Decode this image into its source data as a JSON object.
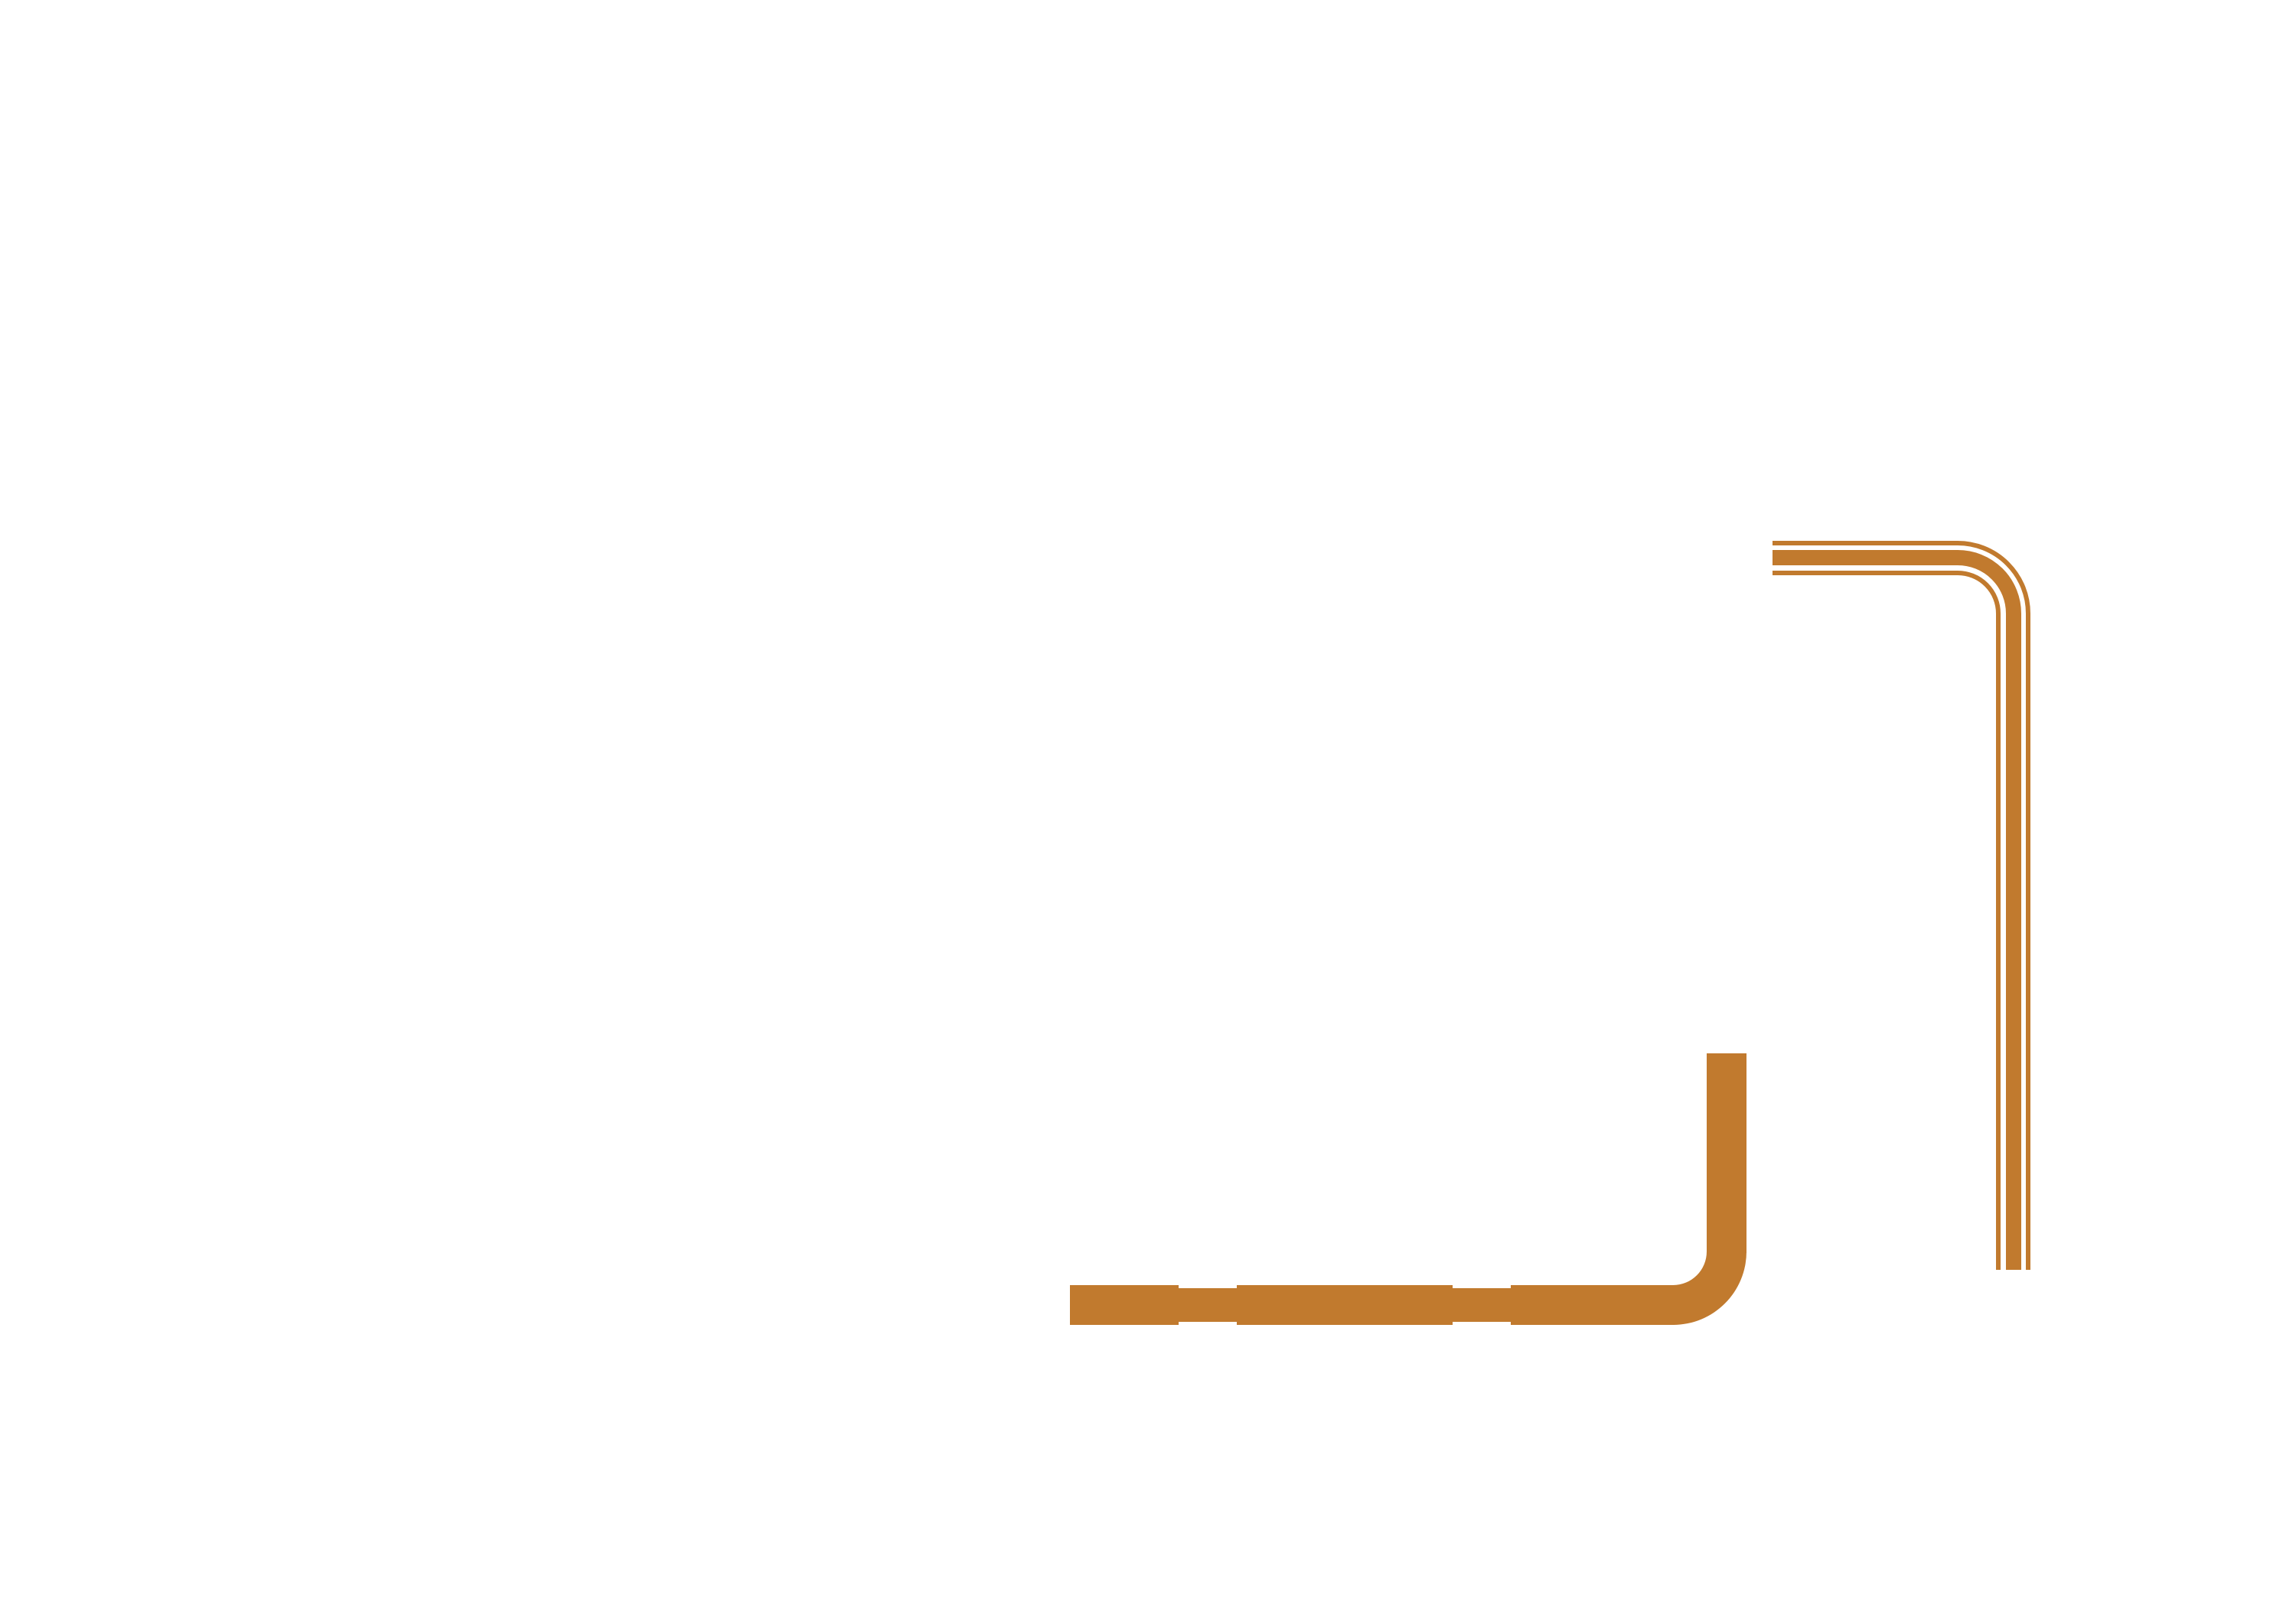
{
  "diagram": {
    "background_color": "#ffffff",
    "stroke_color": "#c17a2e",
    "components": [
      {
        "name": "l-pipe-solid",
        "style": "solid",
        "bend": "bottom-right"
      },
      {
        "name": "l-pipe-triple-track",
        "style": "triple-line",
        "bend": "top-right"
      }
    ]
  }
}
